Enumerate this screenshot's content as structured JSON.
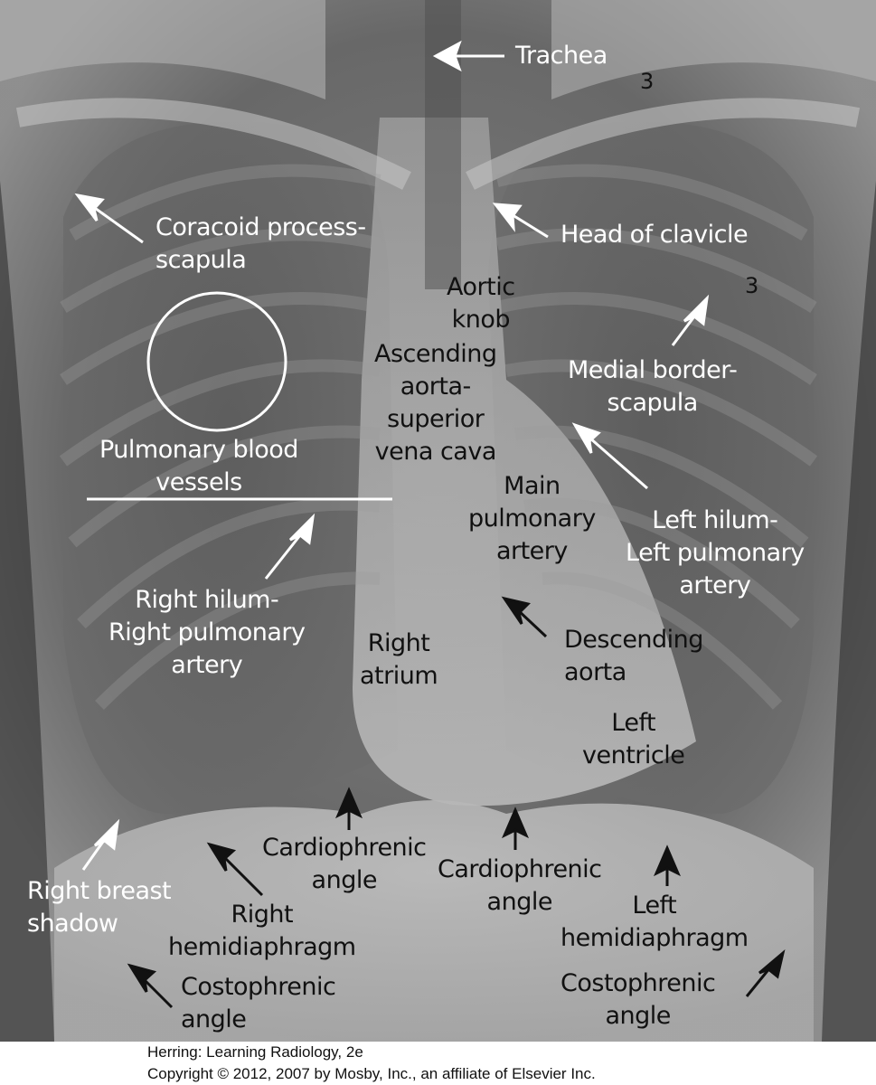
{
  "labels": {
    "trachea": "Trachea",
    "coracoid": [
      "Coracoid process-",
      "scapula"
    ],
    "clavicle": "Head of clavicle",
    "aortic_knob": [
      "Aortic",
      "knob"
    ],
    "ascending_aorta": [
      "Ascending",
      "aorta-",
      "superior",
      "vena cava"
    ],
    "medial_border": [
      "Medial border-",
      "scapula"
    ],
    "pulmonary_vessels": [
      "Pulmonary blood",
      "vessels"
    ],
    "main_pulmonary": [
      "Main",
      "pulmonary",
      "artery"
    ],
    "left_hilum": [
      "Left hilum-",
      "Left pulmonary",
      "artery"
    ],
    "right_hilum": [
      "Right hilum-",
      "Right pulmonary",
      "artery"
    ],
    "right_atrium": [
      "Right",
      "atrium"
    ],
    "descending_aorta": [
      "Descending",
      "aorta"
    ],
    "left_ventricle": [
      "Left",
      "ventricle"
    ],
    "cardiophrenic_right": [
      "Cardiophrenic",
      "angle"
    ],
    "cardiophrenic_left": [
      "Cardiophrenic",
      "angle"
    ],
    "right_breast": [
      "Right breast",
      "shadow"
    ],
    "right_hemidiaphragm": [
      "Right",
      "hemidiaphragm"
    ],
    "left_hemidiaphragm": [
      "Left",
      "hemidiaphragm"
    ],
    "costophrenic_right": [
      "Costophrenic",
      "angle"
    ],
    "costophrenic_left": [
      "Costophrenic",
      "angle"
    ],
    "marker_top": "3",
    "marker_mid": "3"
  },
  "caption": {
    "line1": "Herring: Learning Radiology, 2e",
    "line2": "Copyright © 2012, 2007 by Mosby, Inc., an affiliate of Elsevier Inc."
  }
}
